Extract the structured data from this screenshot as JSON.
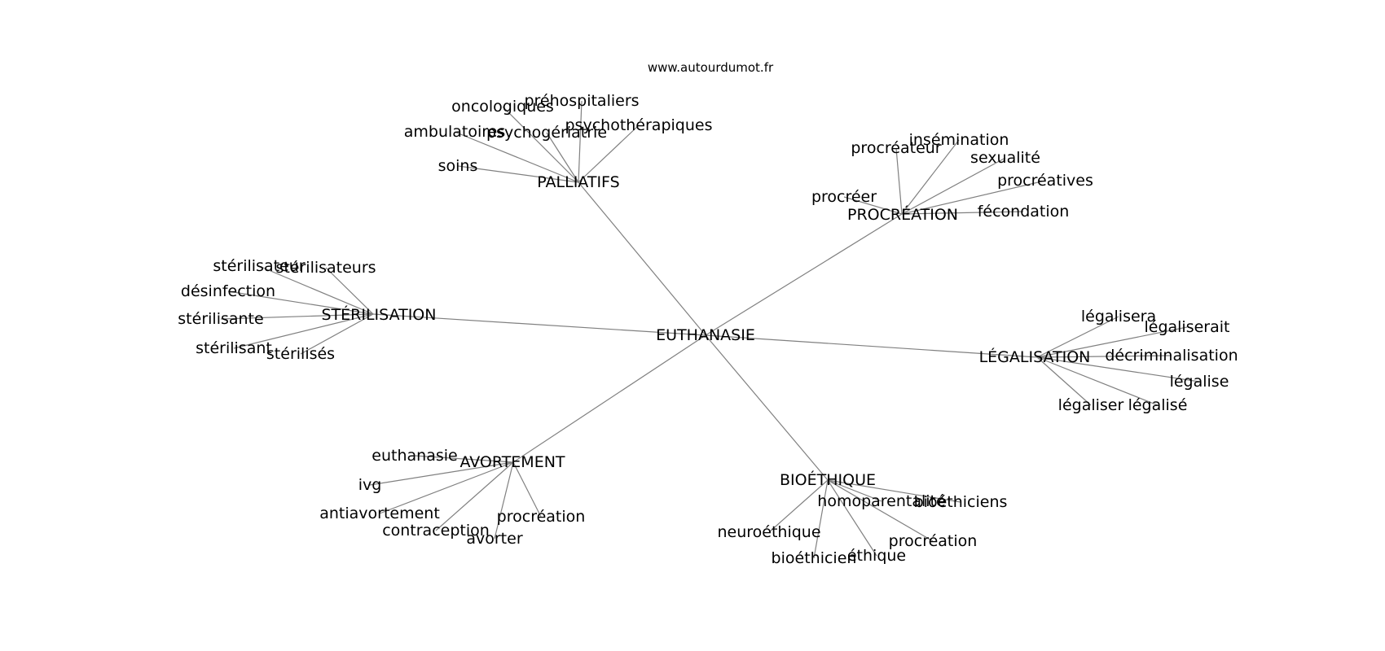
{
  "source": "www.autourdumot.fr",
  "root": "EUTHANASIE",
  "groups": [
    {
      "label": "PALLIATIFS",
      "leaves": [
        "préhospitaliers",
        "oncologiques",
        "psychothérapiques",
        "ambulatoires",
        "psychogériatrie",
        "soins"
      ]
    },
    {
      "label": "PROCRÉATION",
      "leaves": [
        "insémination",
        "procréateur",
        "sexualité",
        "procréatives",
        "procréer",
        "fécondation"
      ]
    },
    {
      "label": "STÉRILISATION",
      "leaves": [
        "stérilisateur",
        "stérilisateurs",
        "désinfection",
        "stérilisante",
        "stérilisant",
        "stérilisés"
      ]
    },
    {
      "label": "LÉGALISATION",
      "leaves": [
        "légalisera",
        "légaliserait",
        "décriminalisation",
        "légalise",
        "légaliser",
        "légalisé"
      ]
    },
    {
      "label": "AVORTEMENT",
      "leaves": [
        "euthanasie",
        "ivg",
        "antiavortement",
        "procréation",
        "contraception",
        "avorter"
      ]
    },
    {
      "label": "BIOÉTHIQUE",
      "leaves": [
        "homoparentalité",
        "bioéthiciens",
        "neuroéthique",
        "procréation",
        "bioéthicien",
        "éthique"
      ]
    }
  ]
}
